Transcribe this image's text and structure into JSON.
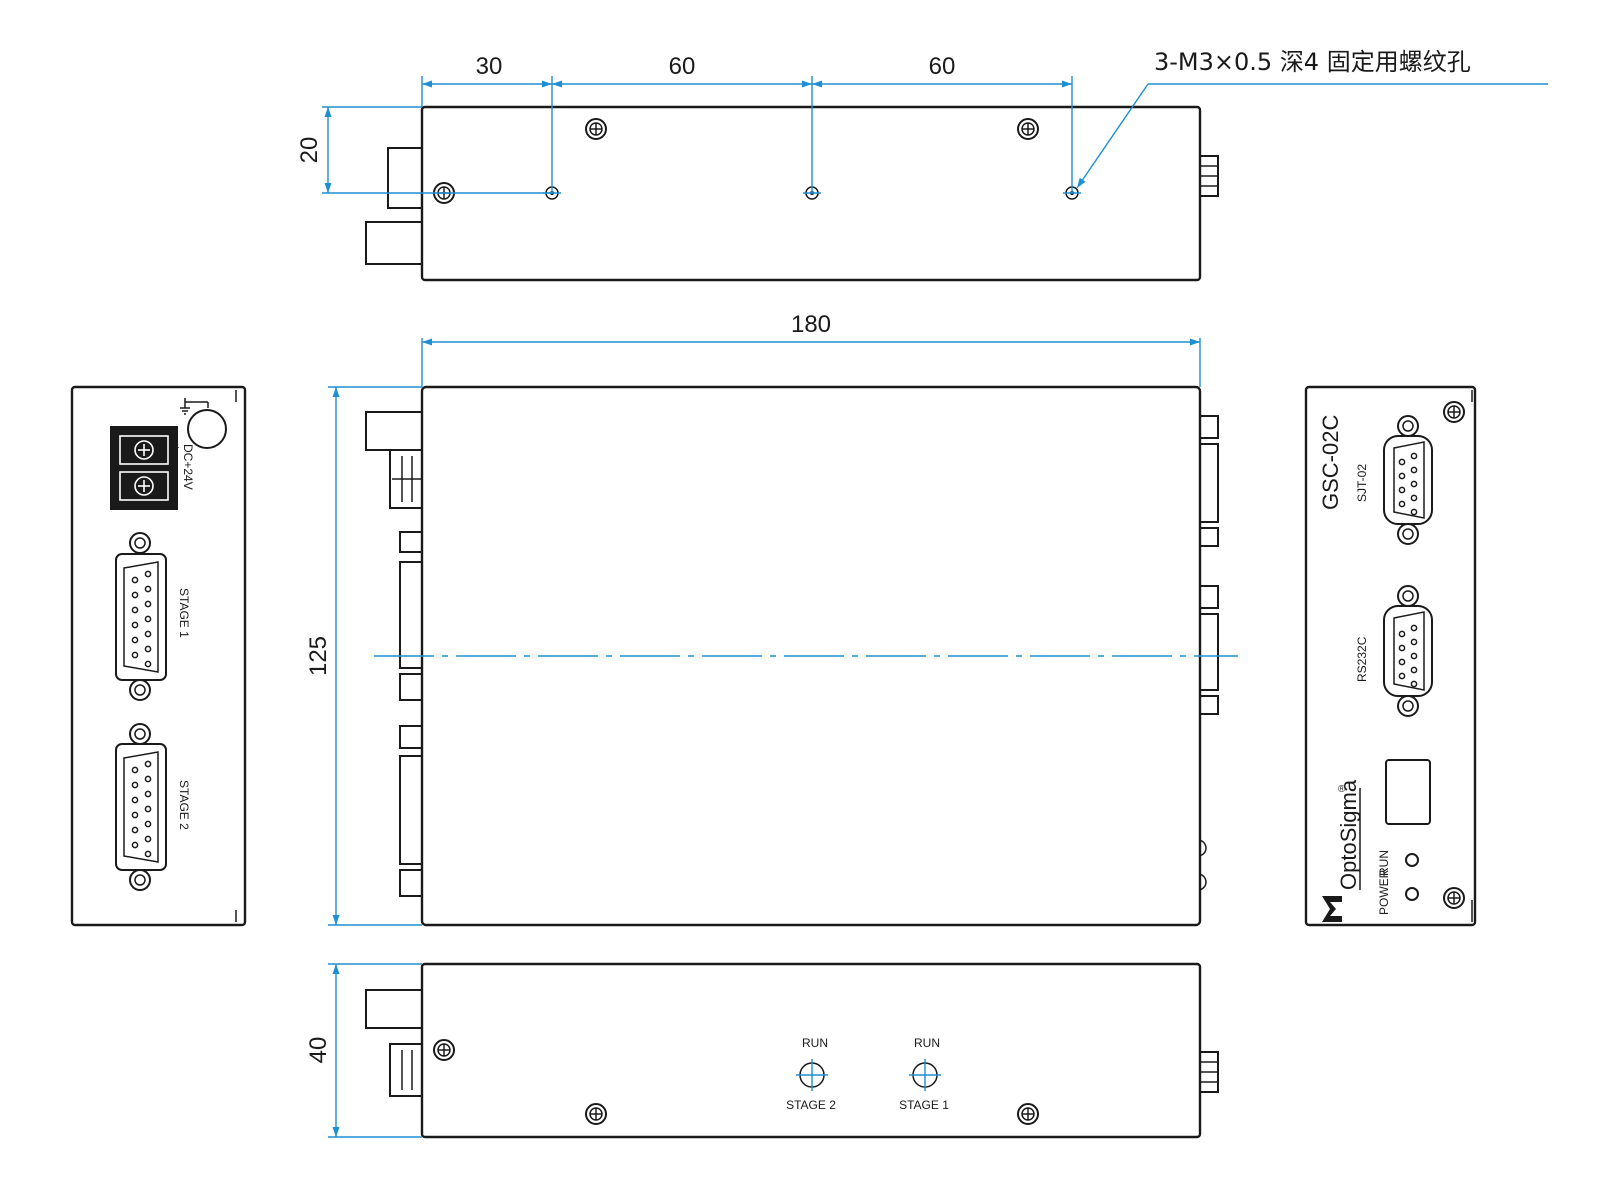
{
  "dimensions": {
    "top_spacing_1": "30",
    "top_spacing_2": "60",
    "top_spacing_3": "60",
    "top_height": "20",
    "width": "180",
    "depth": "125",
    "height": "40"
  },
  "callout": {
    "hole_note": "3-M3×0.5 深4 固定用螺纹孔"
  },
  "left_panel": {
    "power_label": "DC+24V",
    "plus_sign": "+",
    "minus_sign": "−",
    "stage1_label": "STAGE 1",
    "stage2_label": "STAGE 2"
  },
  "right_panel": {
    "model": "GSC-02C",
    "sjt_label": "SJT-02",
    "rs232_label": "RS232C",
    "brand": "OptoSigma",
    "power_led_label": "POWER",
    "run_led_label": "RUN"
  },
  "front_panel": {
    "run_label_left": "RUN",
    "stage2_label": "STAGE 2",
    "run_label_right": "RUN",
    "stage1_label": "STAGE 1"
  },
  "colors": {
    "line": "#1a1a1a",
    "dimension": "#1e8fd1"
  }
}
